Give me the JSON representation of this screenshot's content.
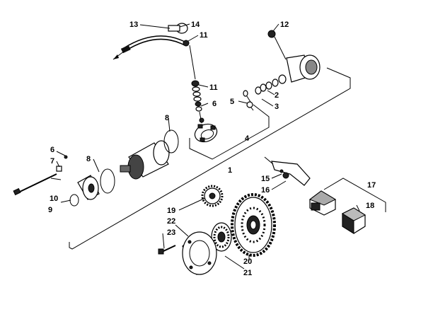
{
  "callouts": [
    "1",
    "2",
    "3",
    "4",
    "5",
    "6",
    "6",
    "7",
    "8",
    "8",
    "9",
    "10",
    "11",
    "11",
    "12",
    "13",
    "14",
    "15",
    "16",
    "17",
    "18",
    "19",
    "20",
    "21",
    "22",
    "23"
  ],
  "icons": [
    "starter-motor-icon",
    "gear-icon",
    "solenoid-icon",
    "cable-icon",
    "bolt-icon",
    "o-ring-icon",
    "brush-plate-icon",
    "end-cap-icon",
    "clutch-icon",
    "housing-icon"
  ]
}
